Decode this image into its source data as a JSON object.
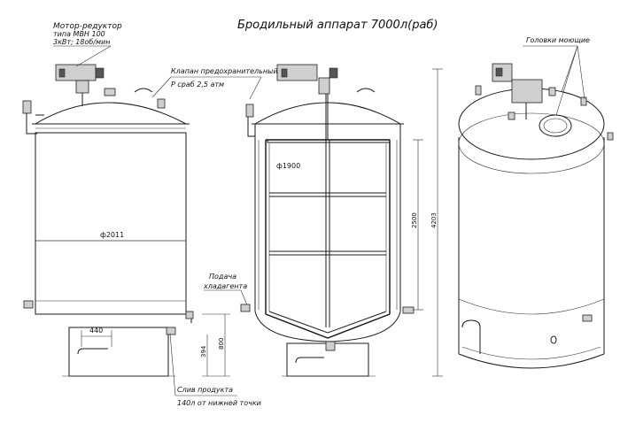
{
  "title": "Бродильный аппарат 7000л(раб)",
  "labels": {
    "motor": [
      "Мотор-редуктор",
      "типа МВН 100",
      "3кВт; 18об/мин"
    ],
    "valves": [
      "Клапан предохранительный",
      "Р сраб 2,5 атм"
    ],
    "washing_heads": "Головки моющие",
    "coolant": [
      "Подача",
      "хладагента"
    ],
    "drain": [
      "Слив продукта",
      "140л от нижней точки"
    ]
  },
  "dimensions": {
    "left_diameter": "ф2011",
    "inner_diameter": "ф1900",
    "leg_width": "440",
    "leg_height_a": "394",
    "leg_height_b": "800",
    "shell_height": "2500",
    "total_height": "4203"
  }
}
